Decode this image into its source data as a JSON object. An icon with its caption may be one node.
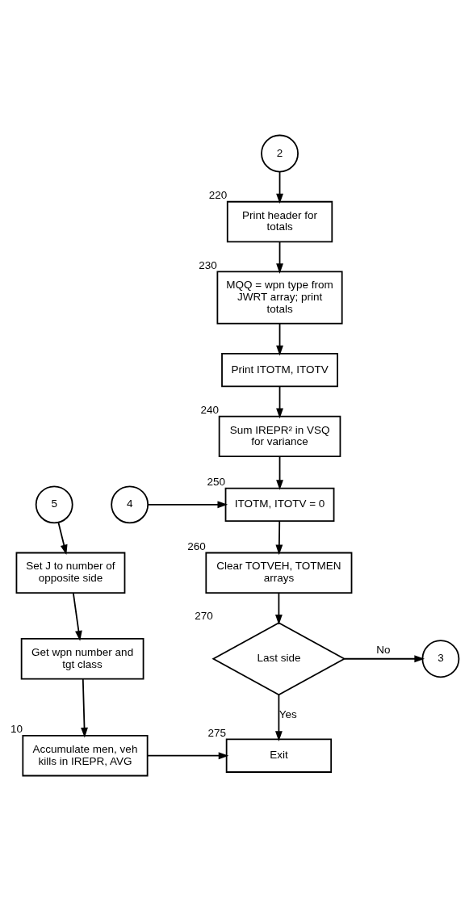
{
  "diagram": {
    "nodes": [
      {
        "text": [
          "2"
        ]
      },
      {
        "text": [
          "Print header for totals"
        ],
        "beside": [
          "220"
        ]
      },
      {
        "text": [
          "MQQ = wpn type from JWRT array; print totals"
        ],
        "beside": [
          "230"
        ]
      },
      {
        "text": [
          "Print ITOTM, ITOTV"
        ]
      },
      {
        "text": [
          "Sum IREPR² in VSQ for variance"
        ],
        "beside": [
          "240"
        ]
      },
      {
        "text": [
          "4"
        ]
      },
      {
        "text": [
          "ITOTM, ITOTV = 0"
        ],
        "beside": [
          "250"
        ]
      },
      {
        "text": [
          "Clear TOTVEH, TOTMEN arrays"
        ],
        "beside": [
          "260"
        ]
      },
      {
        "text": [
          "Last side"
        ],
        "beside": [
          "270"
        ]
      },
      {
        "text": [
          "3"
        ]
      },
      {
        "text": [
          "Exit"
        ],
        "beside": [
          "275"
        ]
      },
      {
        "text": [
          "5"
        ]
      },
      {
        "text": [
          "Set J to number of opposite side"
        ]
      },
      {
        "text": [
          "Get wpn number and tgt class"
        ]
      },
      {
        "text": [
          "Accumulate men, veh kills in IREPR, AVG"
        ],
        "beside": [
          "10"
        ]
      }
    ],
    "edges": [
      {
        "from": 0,
        "to": 1,
        "arrow": "to"
      },
      {
        "from": 1,
        "to": 2,
        "arrow": "to"
      },
      {
        "from": 2,
        "to": 3,
        "arrow": "to"
      },
      {
        "from": 3,
        "to": 4,
        "arrow": "to"
      },
      {
        "from": 4,
        "to": 6,
        "arrow": "to"
      },
      {
        "from": 5,
        "to": 6,
        "arrow": "to"
      },
      {
        "from": 6,
        "to": 7,
        "arrow": "to"
      },
      {
        "from": 7,
        "to": 8,
        "arrow": "to"
      },
      {
        "from": 8,
        "to": 9,
        "arrow": "to",
        "label": "No"
      },
      {
        "from": 8,
        "to": 10,
        "arrow": "to",
        "label": "Yes"
      },
      {
        "from": 11,
        "to": 12,
        "arrow": "to"
      },
      {
        "from": 12,
        "to": 13,
        "arrow": "to"
      },
      {
        "from": 13,
        "to": 14,
        "arrow": "to"
      },
      {
        "from": 14,
        "to": 10,
        "arrow": "to"
      }
    ]
  }
}
